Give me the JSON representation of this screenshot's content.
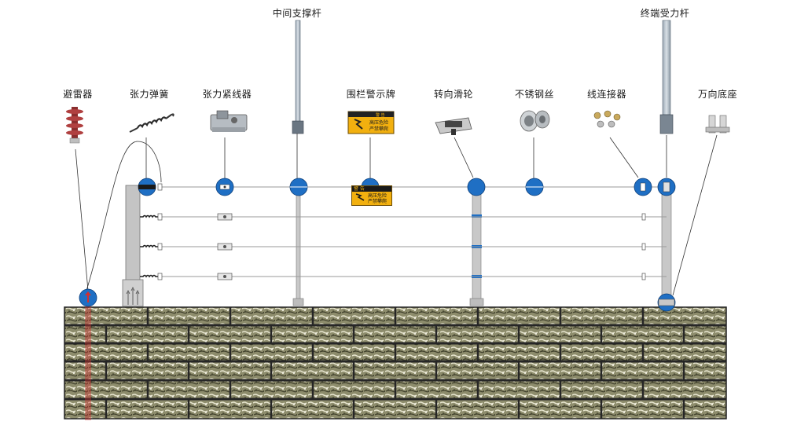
{
  "labels": {
    "lightning_arrester": "避雷器",
    "tension_spring": "张力弹簧",
    "tensioner": "张力紧线器",
    "mid_support_pole": "中间支撑杆",
    "warning_sign": "围栏警示牌",
    "turning_pulley": "转向滑轮",
    "stainless_wire": "不锈钢丝",
    "wire_connector": "线连接器",
    "terminal_pole": "终端受力杆",
    "universal_base": "万向底座"
  },
  "sign": {
    "header": "警 告",
    "line1": "高压危险",
    "line2": "严禁攀爬"
  },
  "colors": {
    "wire": "#9a9a9a",
    "pole": "#c8c8c8",
    "marker": "#1f6fc4",
    "wall_mortar": "#2b2b2b",
    "wall_stone": "#8a8a6a",
    "sign": "#f2b00f"
  }
}
